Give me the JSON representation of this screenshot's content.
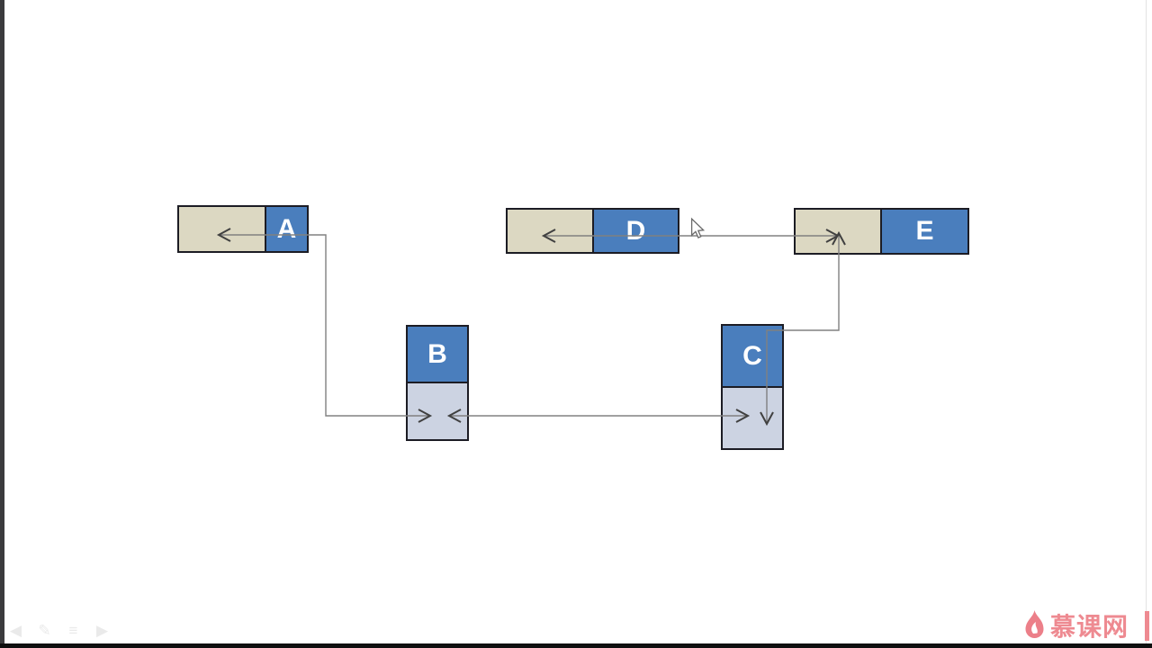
{
  "slide": {
    "nodes": {
      "a": {
        "label": "A"
      },
      "b": {
        "label": "B"
      },
      "c": {
        "label": "C"
      },
      "d": {
        "label": "D"
      },
      "e": {
        "label": "E"
      }
    },
    "edges": [
      {
        "from": "B.pointer",
        "to": "A.pointer",
        "style": "double-arrow"
      },
      {
        "from": "B.pointer",
        "to": "C.pointer",
        "style": "double-arrow"
      },
      {
        "from": "D.pointer",
        "to": "E.pointer",
        "style": "double-arrow"
      },
      {
        "from": "C.pointer",
        "to": "E.pointer",
        "style": "double-arrow"
      }
    ]
  },
  "colors": {
    "node_data_blue": "#4a7ebd",
    "node_pointer_tan": "#dcd8c2",
    "node_pointer_light_blue": "#ccd3e2",
    "node_border": "#1c1c24",
    "connector_gray": "#808080",
    "arrowhead_dark": "#404040",
    "watermark_pink": "#ee8a91"
  },
  "presenter_toolbar": {
    "icons": [
      {
        "name": "previous-slide-icon",
        "glyph": "◀"
      },
      {
        "name": "pen-icon",
        "glyph": "✎"
      },
      {
        "name": "slide-menu-icon",
        "glyph": "≡"
      },
      {
        "name": "next-slide-icon",
        "glyph": "▶"
      }
    ]
  },
  "watermark": {
    "brand": "慕课网",
    "icon": "imooc-flame-icon"
  }
}
